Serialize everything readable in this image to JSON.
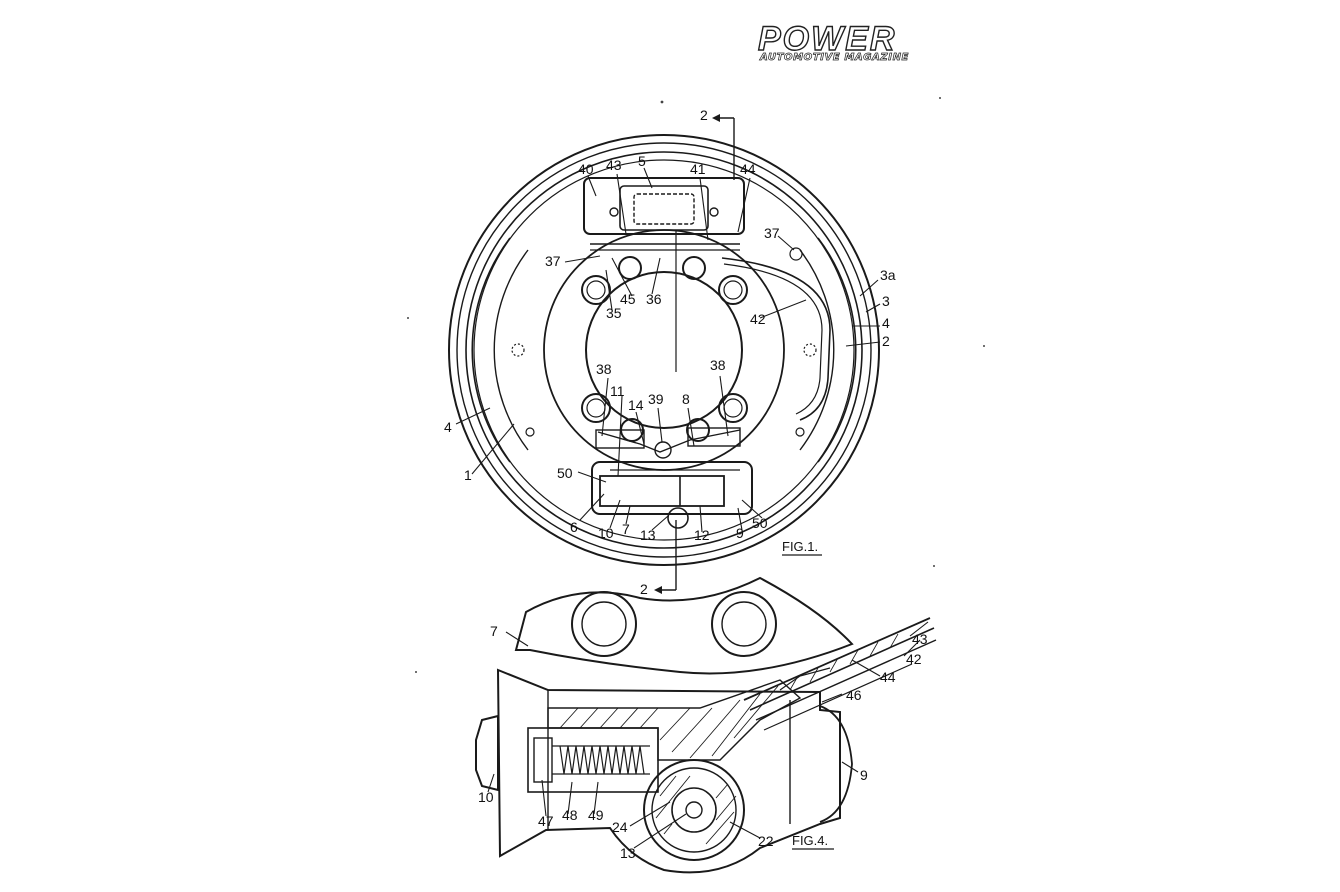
{
  "logo": {
    "main": "POWER",
    "sub": "AUTOMOTIVE MAGAZINE"
  },
  "figures": {
    "fig1": {
      "caption": "FIG.1."
    },
    "fig4": {
      "caption": "FIG.4."
    }
  },
  "fig1_labels": {
    "sect_top": "2",
    "sect_bottom": "2",
    "l40": "40",
    "l43": "43",
    "l5": "5",
    "l41": "41",
    "l44": "44",
    "l37a": "37",
    "l37b": "37",
    "l3a": "3a",
    "l3": "3",
    "l4r": "4",
    "l2": "2",
    "l45": "45",
    "l36": "36",
    "l35": "35",
    "l42": "42",
    "l38a": "38",
    "l38b": "38",
    "l11": "11",
    "l39": "39",
    "l14": "14",
    "l8": "8",
    "l4l": "4",
    "l1": "1",
    "l50a": "50",
    "l50b": "50",
    "l6": "6",
    "l10": "10",
    "l7": "7",
    "l13": "13",
    "l12": "12",
    "l9": "9"
  },
  "fig4_labels": {
    "l7": "7",
    "l43": "43",
    "l42": "42",
    "l44": "44",
    "l46": "46",
    "l9": "9",
    "l10": "10",
    "l47": "47",
    "l48": "48",
    "l49": "49",
    "l24": "24",
    "l13": "13",
    "l22": "22"
  }
}
